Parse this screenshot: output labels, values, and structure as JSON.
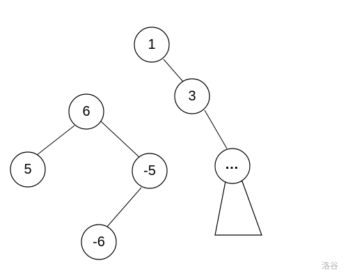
{
  "tree_a": {
    "root": "1",
    "child": "3",
    "grandchild": "…"
  },
  "tree_b": {
    "root": "6",
    "left": "5",
    "right": "-5",
    "right_left": "-6"
  },
  "watermark": "洛谷"
}
